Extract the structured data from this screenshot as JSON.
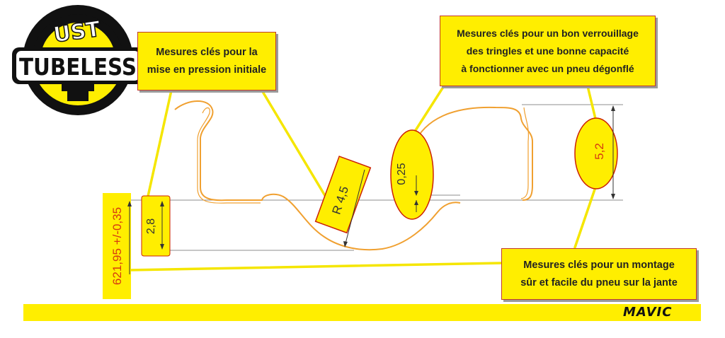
{
  "logo": {
    "top_text": "UST",
    "main_text": "TUBELESS",
    "colors": {
      "yellow": "#ffee00",
      "black": "#111111"
    }
  },
  "callouts": {
    "pressure": [
      "Mesures clés pour la",
      "mise en pression initiale"
    ],
    "locking": [
      "Mesures clés pour un bon verrouillage",
      "des tringles et une bonne capacité",
      "à fonctionner avec un pneu dégonflé"
    ],
    "mounting": [
      "Mesures clés pour un montage",
      "sûr et facile du pneu sur la jante"
    ]
  },
  "dimensions": {
    "diameter": "621,95 +/-0,35",
    "bead_seat_height": "2,8",
    "well_radius": "R 4,5",
    "hump_height": "0,25",
    "flange_height": "5,2"
  },
  "brand": "MAVIC",
  "colors": {
    "accent_yellow": "#ffee00",
    "profile_orange": "#f0a030",
    "highlight_red": "#cc2200",
    "dimension_text_red": "#d63a10",
    "leader_yellow": "#f5e600"
  }
}
